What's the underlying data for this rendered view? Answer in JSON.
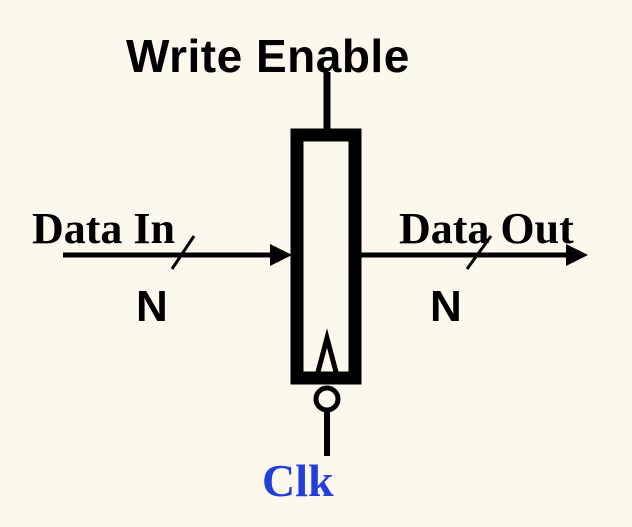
{
  "diagram": {
    "write_enable_label": "Write Enable",
    "data_in_label": "Data In",
    "data_out_label": "Data Out",
    "bus_width_in": "N",
    "bus_width_out": "N",
    "clock_label": "Clk"
  },
  "colors": {
    "background": "#fdf8ee",
    "stroke": "#000000",
    "clock_label": "#1f3fe0"
  }
}
